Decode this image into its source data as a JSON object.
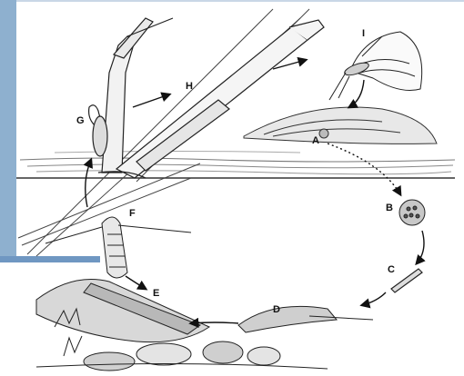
{
  "figure": {
    "labels": {
      "a": "A",
      "b": "B",
      "c": "C",
      "d": "D",
      "e": "E",
      "f": "F",
      "g": "G",
      "h": "H",
      "i": "I"
    },
    "colors": {
      "ink": "#111111",
      "frame_accent": "#8eb0cf",
      "frame_bar": "#6f97c2",
      "background": "#ffffff"
    }
  }
}
